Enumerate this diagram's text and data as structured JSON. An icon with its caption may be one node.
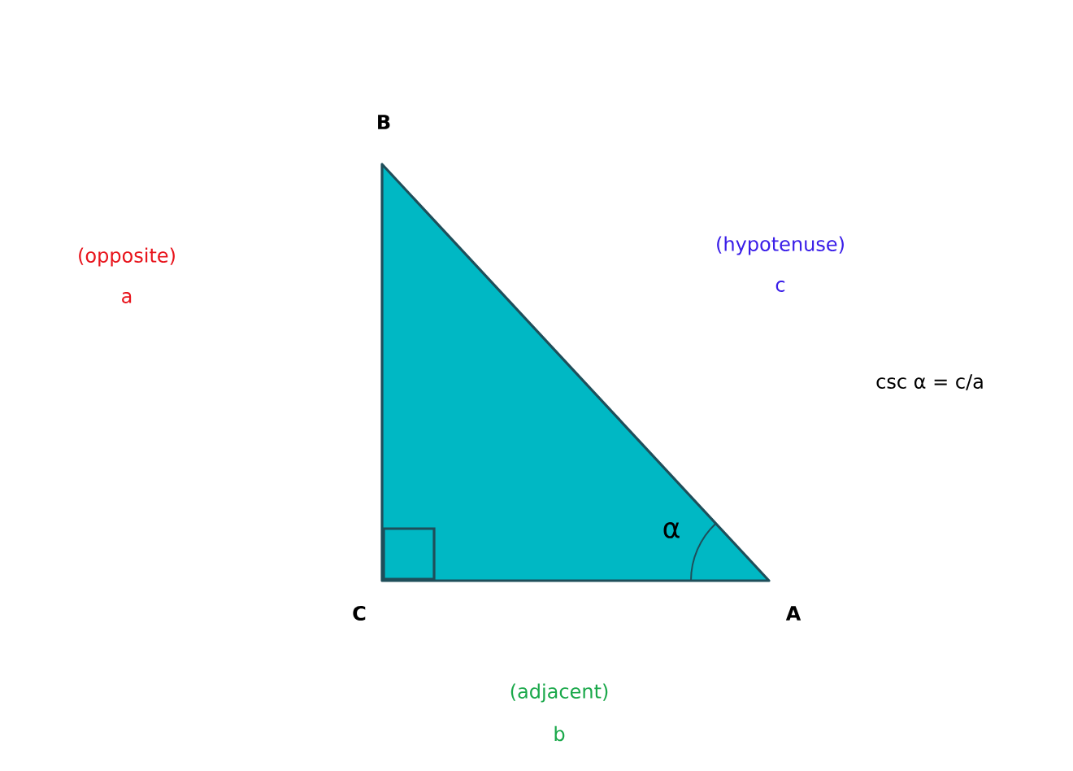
{
  "diagram": {
    "labels": [
      "B",
      "(hypotenuse)",
      "c",
      "(opposite)",
      "a",
      "csc α = c/a",
      "α",
      "C",
      "A",
      "(adjacent)",
      "b"
    ]
  }
}
